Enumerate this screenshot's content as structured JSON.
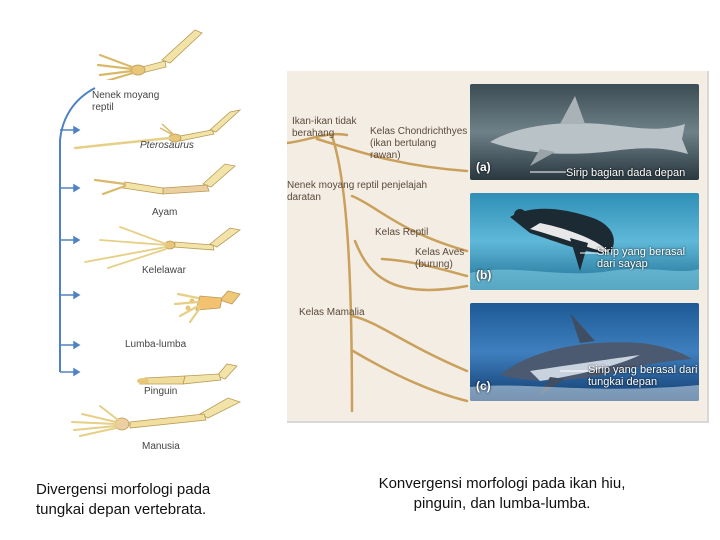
{
  "left_panel": {
    "labels": {
      "ancestor": "Nenek moyang\nreptil",
      "pterosaurus": "Pterosaurus",
      "chicken": "Ayam",
      "bat": "Kelelawar",
      "dolphin": "Lumba-lumba",
      "penguin": "Pinguin",
      "human": "Manusia"
    },
    "caption": "Divergensi morfologi pada tungkai depan vertebrata."
  },
  "right_panel": {
    "labels": {
      "jawless_fish": "Ikan-ikan tidak\nberahang",
      "chondrichthyes": "Kelas Chondrichthyes\n(ikan bertulang\nrawan)",
      "reptile_ancestor": "Nenek moyang reptil penjelajah\ndaratan",
      "reptile_class": "Kelas Reptil",
      "aves_class": "Kelas Aves\n(burung)",
      "mammal_class": "Kelas Mamalia"
    },
    "photos": [
      {
        "letter": "(a)",
        "annotation": "Sirip bagian dada depan",
        "colors": [
          "#3c4c54",
          "#6e8088",
          "#2a3840"
        ]
      },
      {
        "letter": "(b)",
        "annotation": "Sirip yang berasal\ndari sayap",
        "colors": [
          "#2f8fb6",
          "#5fb8d8",
          "#1e6e92"
        ]
      },
      {
        "letter": "(c)",
        "annotation": "Sirip yang berasal dari\ntungkai depan",
        "colors": [
          "#1d5a96",
          "#3f7fbf",
          "#123e70"
        ]
      }
    ],
    "caption": "Konvergensi morfologi pada ikan hiu, pinguin, dan lumba-lumba."
  },
  "colors": {
    "bone": "#f2e3a8",
    "bone_dark": "#e8c77a",
    "tree": "#c9a05c",
    "arrow": "#4f82c2",
    "panel_bg": "#f4ede4"
  }
}
